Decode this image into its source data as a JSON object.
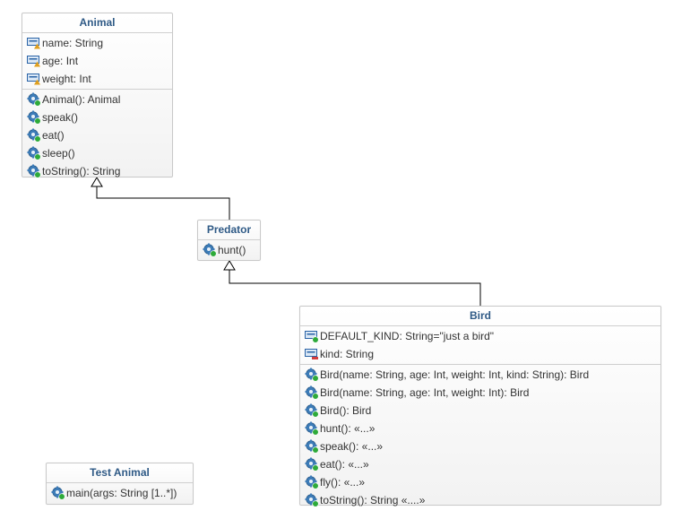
{
  "classes": {
    "animal": {
      "name": "Animal",
      "attributes": [
        {
          "text": "name: String",
          "icon": "field-protected-icon"
        },
        {
          "text": "age: Int",
          "icon": "field-protected-icon"
        },
        {
          "text": "weight: Int",
          "icon": "field-protected-icon"
        }
      ],
      "operations": [
        {
          "text": "Animal(): Animal",
          "icon": "method-public-icon"
        },
        {
          "text": "speak()",
          "icon": "method-public-icon"
        },
        {
          "text": "eat()",
          "icon": "method-public-icon"
        },
        {
          "text": "sleep()",
          "icon": "method-public-icon"
        },
        {
          "text": "toString(): String",
          "icon": "method-public-icon"
        }
      ]
    },
    "predator": {
      "name": "Predator",
      "operations": [
        {
          "text": "hunt()",
          "icon": "method-public-icon"
        }
      ]
    },
    "bird": {
      "name": "Bird",
      "attributes": [
        {
          "text": "DEFAULT_KIND: String=\"just a bird\"",
          "icon": "field-public-icon"
        },
        {
          "text": "kind: String",
          "icon": "field-private-icon"
        }
      ],
      "operations": [
        {
          "text": "Bird(name: String, age: Int, weight: Int, kind: String): Bird",
          "icon": "method-public-icon"
        },
        {
          "text": "Bird(name: String, age: Int, weight: Int): Bird",
          "icon": "method-public-icon"
        },
        {
          "text": "Bird(): Bird",
          "icon": "method-public-icon"
        },
        {
          "text": "hunt(): «...»",
          "icon": "method-public-icon"
        },
        {
          "text": "speak(): «...»",
          "icon": "method-public-icon"
        },
        {
          "text": "eat(): «...»",
          "icon": "method-public-icon"
        },
        {
          "text": "fly(): «...»",
          "icon": "method-public-icon"
        },
        {
          "text": "toString(): String «....»",
          "icon": "method-public-icon"
        }
      ]
    },
    "test_animal": {
      "name": "Test Animal",
      "operations": [
        {
          "text": "main(args: String [1..*])",
          "icon": "method-public-icon"
        }
      ]
    }
  },
  "relations": [
    {
      "type": "generalization",
      "from": "Predator",
      "to": "Animal"
    },
    {
      "type": "generalization",
      "from": "Bird",
      "to": "Predator"
    }
  ],
  "colors": {
    "title": "#2f5a86",
    "border": "#c9c9c9",
    "edge": "#000000",
    "icon_field": "#2a63a6",
    "icon_method": "#3d7cb8",
    "icon_public_badge": "#2eaa3a",
    "icon_protected_badge": "#e0a020",
    "icon_private_badge": "#d43d3d"
  }
}
